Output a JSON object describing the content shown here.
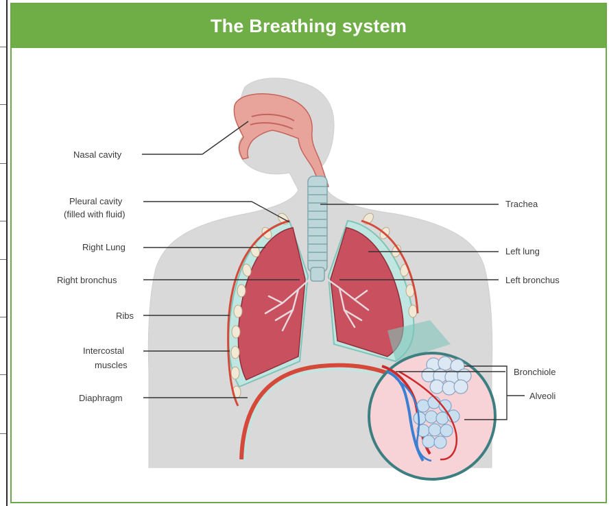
{
  "header": {
    "title": "The Breathing system"
  },
  "diagram": {
    "labels": {
      "nasal_cavity": "Nasal cavity",
      "pleural_cavity_line1": "Pleural cavity",
      "pleural_cavity_line2": "(filled with fluid)",
      "right_lung": "Right Lung",
      "right_bronchus": "Right bronchus",
      "ribs": "Ribs",
      "intercostal_line1": "Intercostal",
      "intercostal_line2": "muscles",
      "diaphragm": "Diaphragm",
      "trachea": "Trachea",
      "left_lung": "Left lung",
      "left_bronchus": "Left bronchus",
      "bronchiole": "Bronchiole",
      "alveoli": "Alveoli"
    }
  },
  "colors": {
    "header_green": "#6fae46",
    "lung": "#c9505f",
    "airway": "#e8a39a",
    "trachea": "#bcd6da",
    "body": "#d9d9d9",
    "ribs": "#d44a3a"
  }
}
